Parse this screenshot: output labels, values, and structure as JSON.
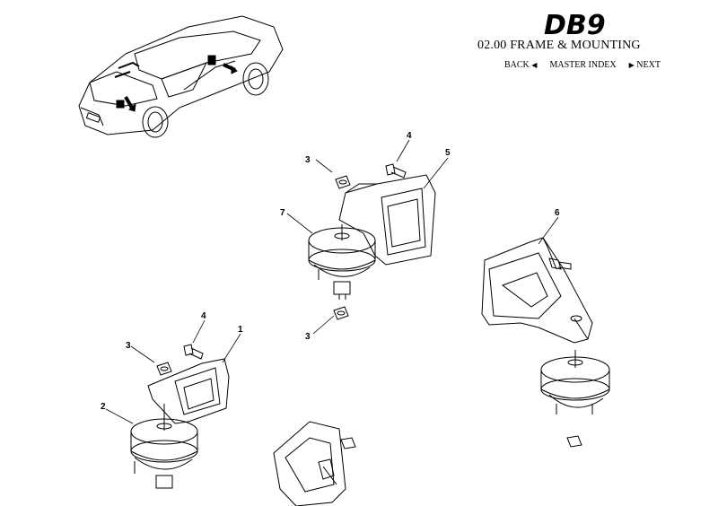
{
  "header": {
    "logo_text": "DB9",
    "title": "02.00 FRAME & MOUNTING",
    "nav": {
      "back": "BACK",
      "master_index": "MASTER INDEX",
      "next": "NEXT"
    }
  },
  "callouts": {
    "c1": "1",
    "c2": "2",
    "c3a": "3",
    "c3b": "3",
    "c3c": "3",
    "c4a": "4",
    "c4b": "4",
    "c5": "5",
    "c6": "6",
    "c7": "7"
  }
}
